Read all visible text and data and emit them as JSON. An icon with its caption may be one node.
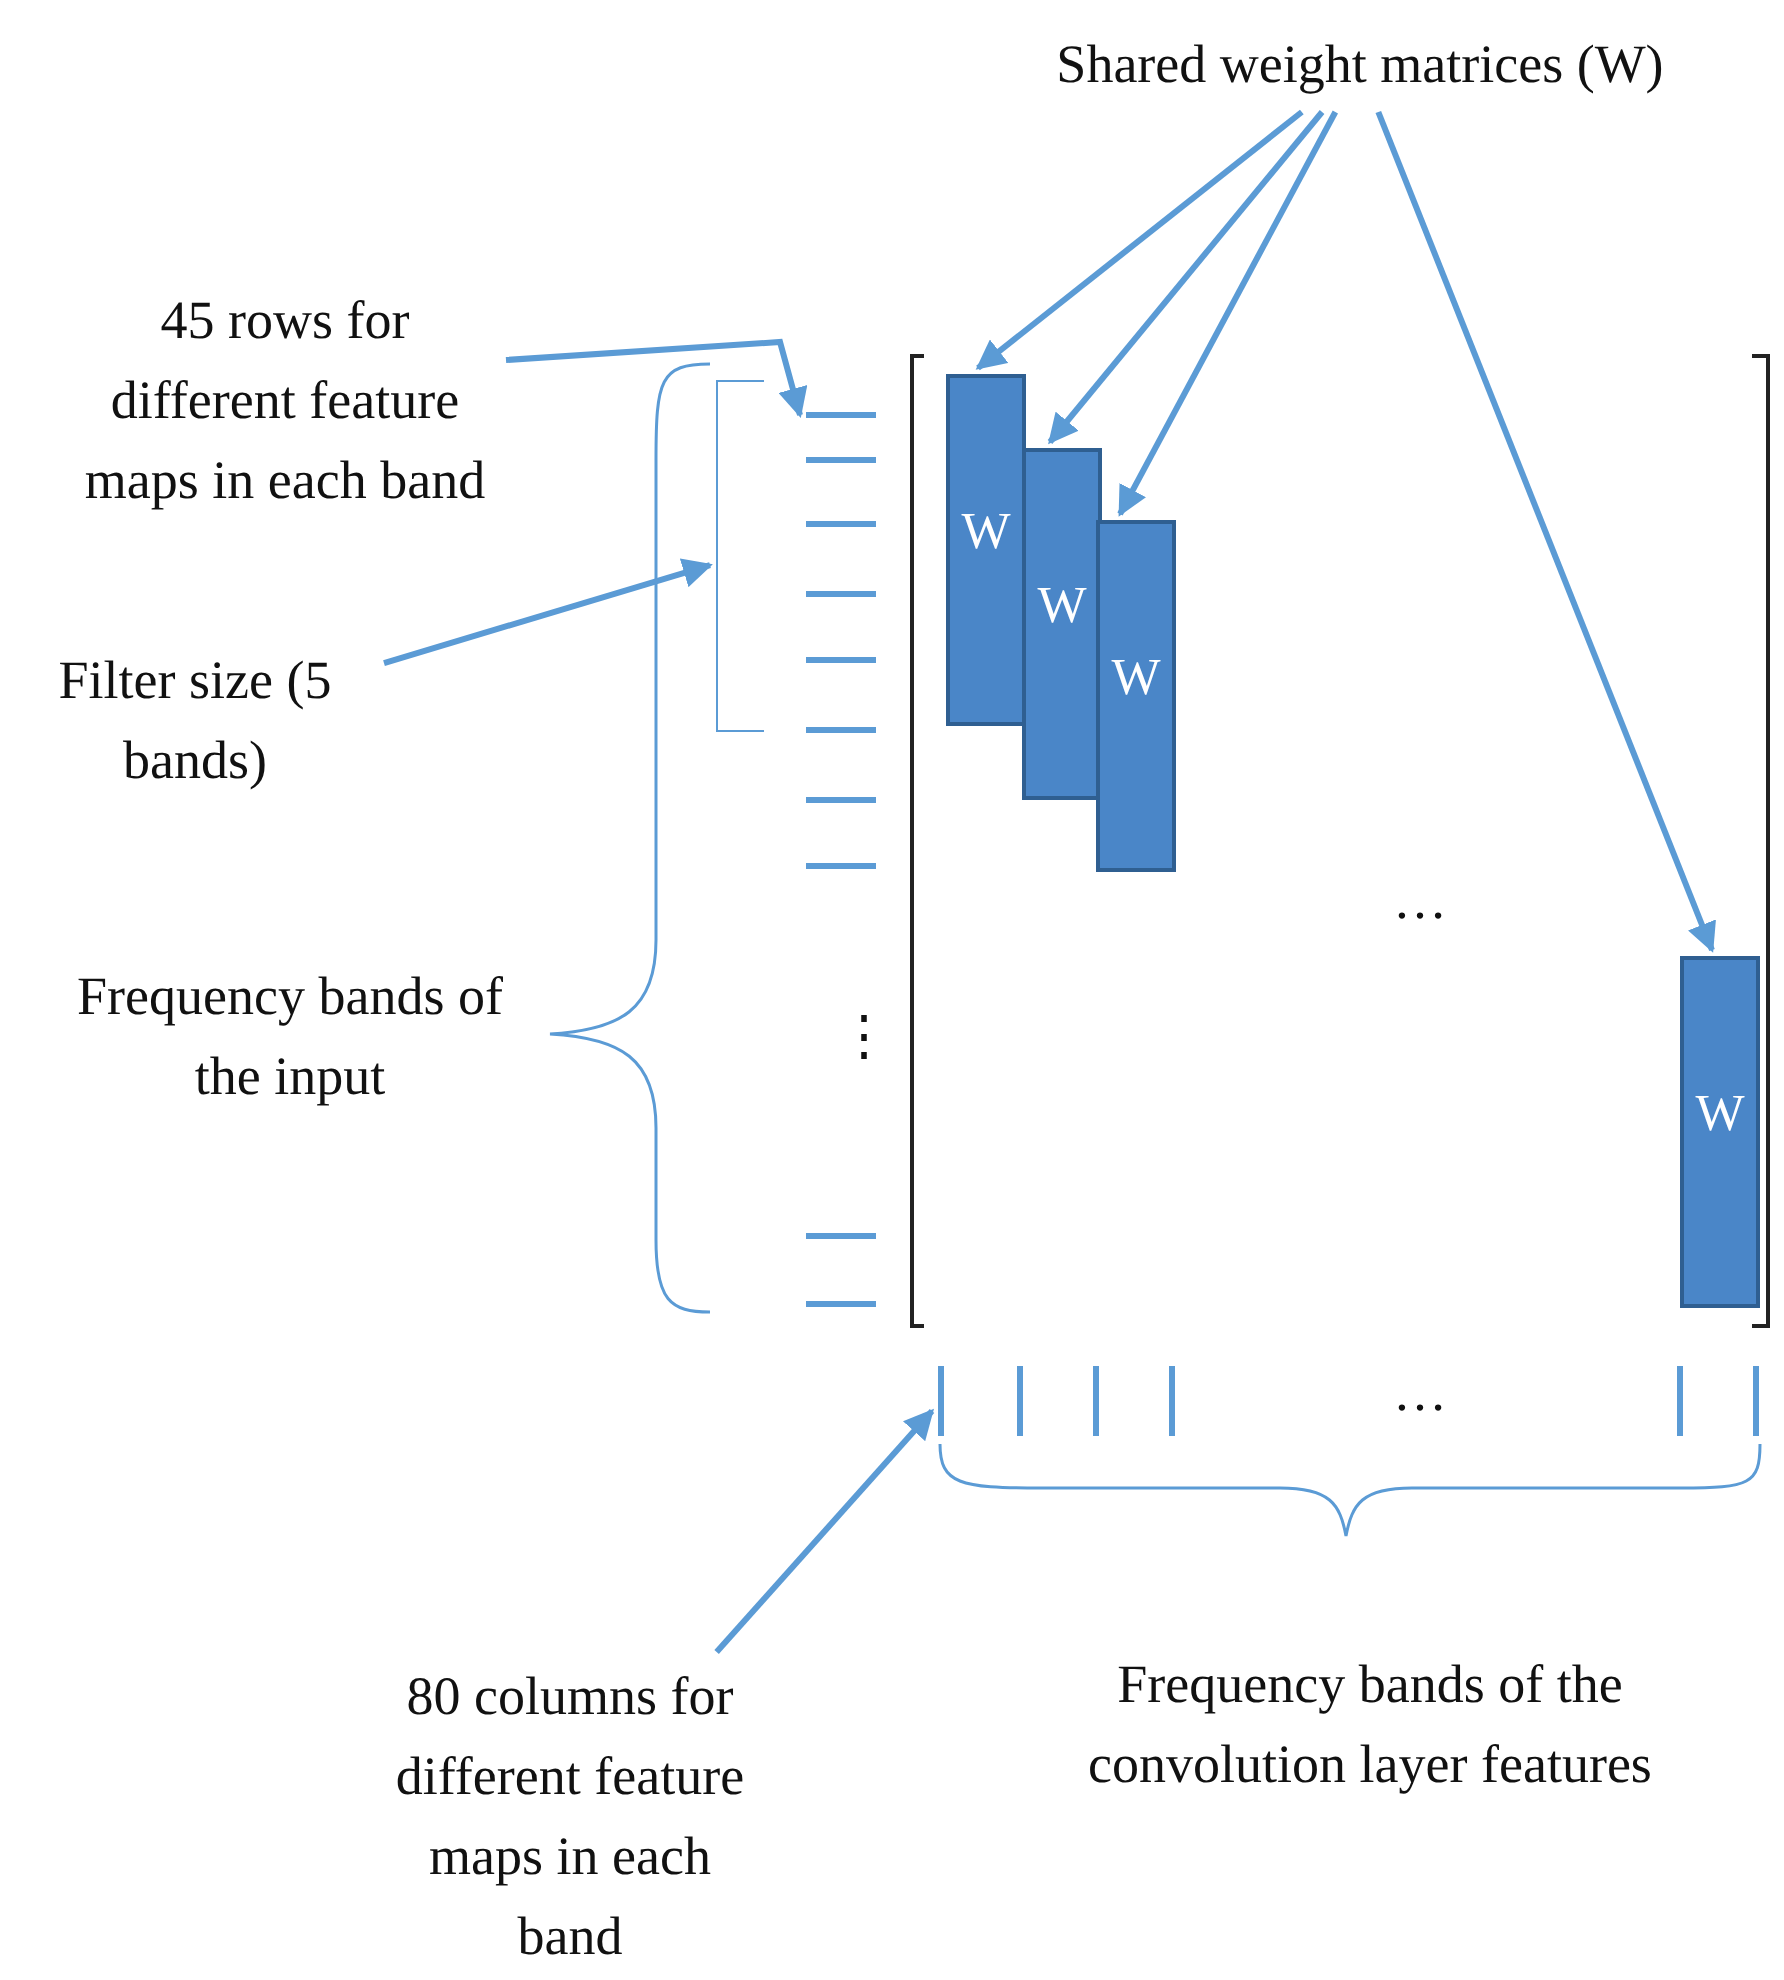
{
  "diagram": {
    "nodes": [
      {
        "text": [
          "Shared weight matrices (W)"
        ]
      },
      {
        "text": [
          "45 rows for different feature maps in each band"
        ]
      },
      {
        "text": [],
        "shape": "bar"
      },
      {
        "text": [
          "W"
        ]
      },
      {
        "text": [
          "W"
        ]
      },
      {
        "text": [
          "W"
        ]
      },
      {
        "text": [
          "W"
        ]
      },
      {
        "text": [
          "Filter size (5 bands)"
        ]
      },
      {
        "text": [
          "80 columns for different feature maps in each band"
        ]
      },
      {
        "text": [],
        "shape": "bar"
      },
      {
        "text": [],
        "shape": "bracket"
      }
    ],
    "edges": [
      {
        "from": 0,
        "to": 3,
        "arrow": "to"
      },
      {
        "from": 0,
        "to": 4,
        "arrow": "to"
      },
      {
        "from": 0,
        "to": 5,
        "arrow": "to"
      },
      {
        "from": 0,
        "to": 6,
        "arrow": "to"
      },
      {
        "from": 1,
        "to": 2,
        "arrow": "to"
      },
      {
        "from": 7,
        "to": 10,
        "arrow": "to"
      },
      {
        "from": 8,
        "to": 9,
        "arrow": "to"
      }
    ],
    "labels": [
      "…",
      "Frequency bands of the input",
      "⋮",
      "…",
      "Frequency bands of the convolution layer features"
    ]
  }
}
